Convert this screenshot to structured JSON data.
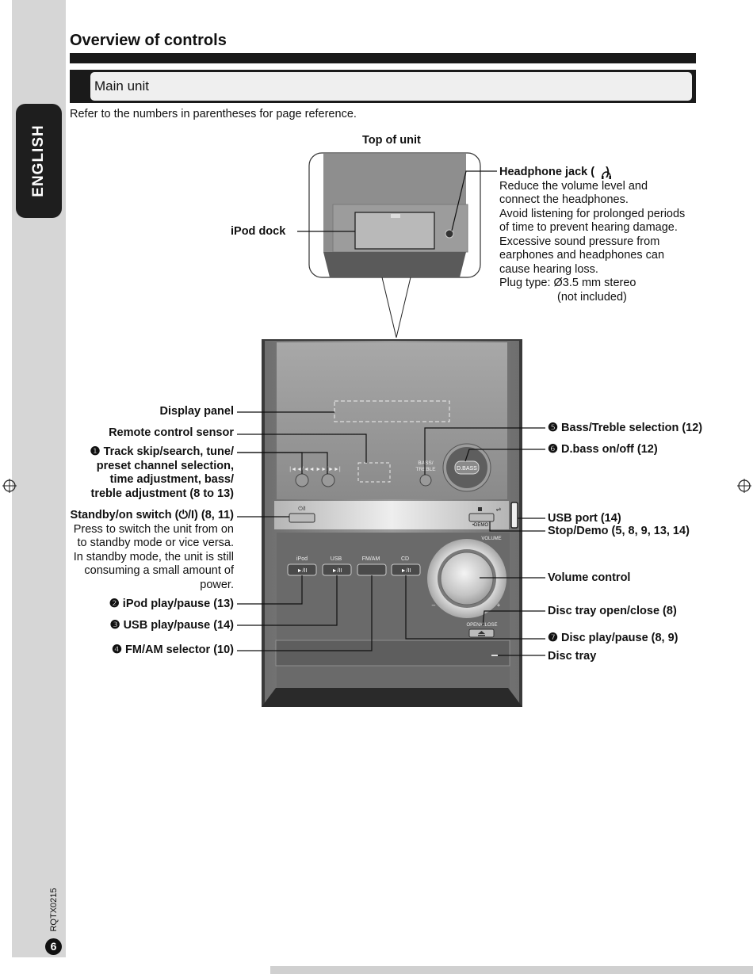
{
  "sidebar": {
    "language": "ENGLISH",
    "doc_code": "RQTX0215",
    "page_number": "6"
  },
  "header": {
    "title": "Overview of controls",
    "section": "Main unit",
    "intro": "Refer to the numbers in parentheses for page reference."
  },
  "diagram": {
    "top_of_unit": "Top of unit",
    "ipod_dock": "iPod dock",
    "headphone": {
      "title": "Headphone jack (",
      "title_end": ")",
      "lines": [
        "Reduce the volume level and",
        "connect the headphones.",
        "Avoid listening for prolonged periods",
        "of time to prevent hearing damage.",
        "Excessive sound pressure from",
        "earphones and headphones can",
        "cause hearing loss.",
        "Plug type: Ø3.5 mm stereo",
        "(not included)"
      ]
    },
    "left_labels": {
      "display_panel": "Display panel",
      "remote_sensor": "Remote control sensor",
      "track_skip": [
        "❶ Track skip/search, tune/",
        "preset channel selection,",
        "time adjustment, bass/",
        "treble adjustment (8 to 13)"
      ],
      "standby_title": "Standby/on switch (⏻/I) (8, 11)",
      "standby_desc": [
        "Press to switch the unit from on",
        "to standby mode or vice versa.",
        "In standby mode, the unit is still",
        "consuming a small amount of",
        "power."
      ],
      "ipod_play": "❷ iPod play/pause (13)",
      "usb_play": "❸ USB play/pause (14)",
      "fm_am": "❹ FM/AM selector (10)"
    },
    "right_labels": {
      "bass_treble": "❺ Bass/Treble selection (12)",
      "dbass": "❻ D.bass on/off (12)",
      "usb_port": "USB port (14)",
      "stop_demo": "Stop/Demo (5, 8, 9, 13, 14)",
      "volume": "Volume control",
      "disc_tray_open": "Disc tray open/close (8)",
      "disc_play": "❼ Disc play/pause (8, 9)",
      "disc_tray": "Disc tray"
    },
    "device_text": {
      "bass_treble": [
        "BASS/",
        "TREBLE"
      ],
      "dbass": "D.BASS",
      "standby_symbol": "⏻/I",
      "demo": "•DEMO",
      "volume": "VOLUME",
      "ipod": "iPod",
      "usb": "USB",
      "fmam": "FM/AM",
      "cd": "CD",
      "play_pause": "►/II",
      "open_close": "OPEN/CLOSE",
      "minus": "–",
      "plus": "+"
    }
  }
}
